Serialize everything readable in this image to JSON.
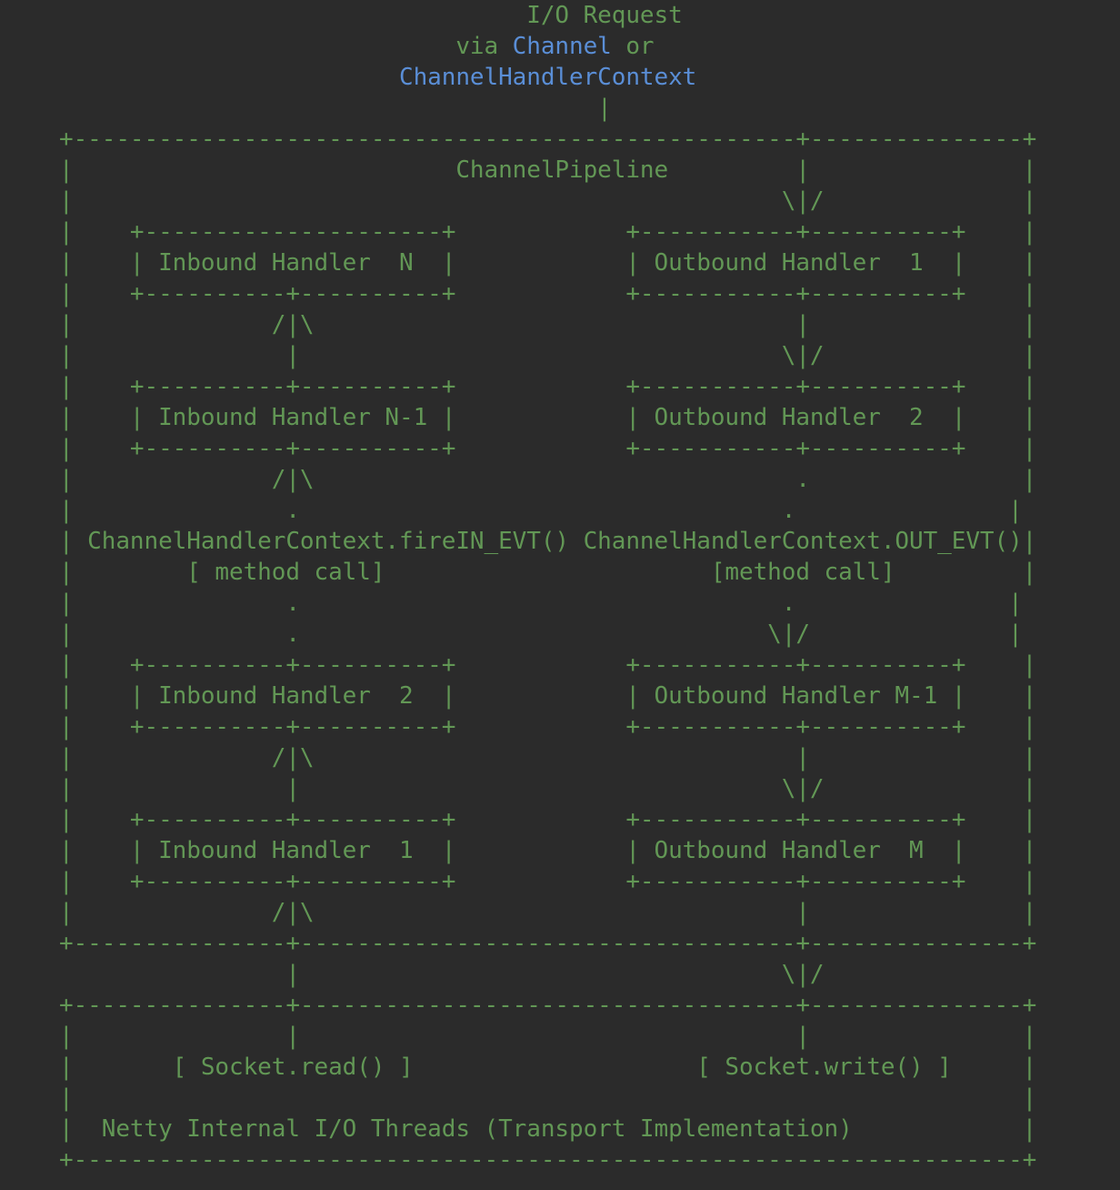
{
  "colors": {
    "background": "#2b2b2b",
    "text": "#629755",
    "link": "#5a8ed6"
  },
  "diagram": {
    "header": [
      {
        "segments": [
          {
            "text": "                                 I/O Request",
            "kind": "text"
          }
        ]
      },
      {
        "segments": [
          {
            "text": "                            via ",
            "kind": "text"
          },
          {
            "text": "Channel",
            "kind": "link"
          },
          {
            "text": " or",
            "kind": "text"
          }
        ]
      },
      {
        "segments": [
          {
            "text": "                        ",
            "kind": "text"
          },
          {
            "text": "ChannelHandlerContext",
            "kind": "link"
          }
        ]
      },
      {
        "segments": [
          {
            "text": "                                      |",
            "kind": "text"
          }
        ]
      }
    ],
    "pipeline_lines": [
      "+---------------------------------------------------+---------------+",
      "|                           ChannelPipeline         |               |",
      "|                                                  \\|/              |",
      "|    +---------------------+            +-----------+----------+    |",
      "|    | Inbound Handler  N  |            | Outbound Handler  1  |    |",
      "|    +----------+----------+            +-----------+----------+    |",
      "|              /|\\                                  |               |",
      "|               |                                  \\|/              |",
      "|    +----------+----------+            +-----------+----------+    |",
      "|    | Inbound Handler N-1 |            | Outbound Handler  2  |    |",
      "|    +----------+----------+            +-----------+----------+    |",
      "|              /|\\                                  .               |",
      "|               .                                  .               |",
      "| ChannelHandlerContext.fireIN_EVT() ChannelHandlerContext.OUT_EVT()|",
      "|        [ method call]                       [method call]         |",
      "|               .                                  .               |",
      "|               .                                 \\|/              |",
      "|    +----------+----------+            +-----------+----------+    |",
      "|    | Inbound Handler  2  |            | Outbound Handler M-1 |    |",
      "|    +----------+----------+            +-----------+----------+    |",
      "|              /|\\                                  |               |",
      "|               |                                  \\|/              |",
      "|    +----------+----------+            +-----------+----------+    |",
      "|    | Inbound Handler  1  |            | Outbound Handler  M  |    |",
      "|    +----------+----------+            +-----------+----------+    |",
      "|              /|\\                                  |               |",
      "+---------------+-----------------------------------+---------------+",
      "                |                                  \\|/",
      "+---------------+-----------------------------------+---------------+",
      "|               |                                   |               |",
      "|       [ Socket.read() ]                    [ Socket.write() ]     |",
      "|                                                                   |",
      "|  Netty Internal I/O Threads (Transport Implementation)            |",
      "+-------------------------------------------------------------------+"
    ]
  }
}
